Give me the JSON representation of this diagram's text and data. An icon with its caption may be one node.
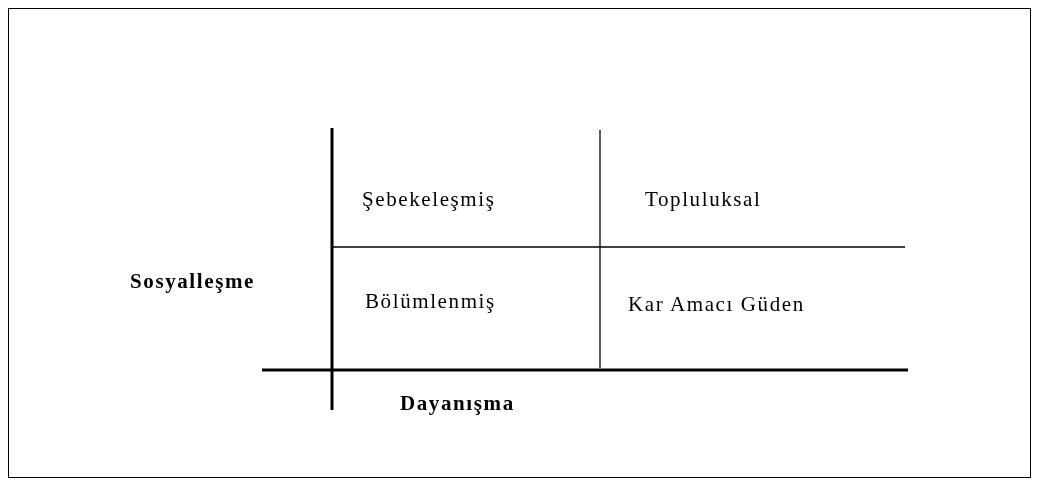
{
  "diagram": {
    "labels": [
      "Şebekeleşmiş",
      "Topluluksal",
      "Sosyalleşme",
      "Bölümlenmiş",
      "Kar Amacı Güden",
      "Dayanışma"
    ]
  }
}
